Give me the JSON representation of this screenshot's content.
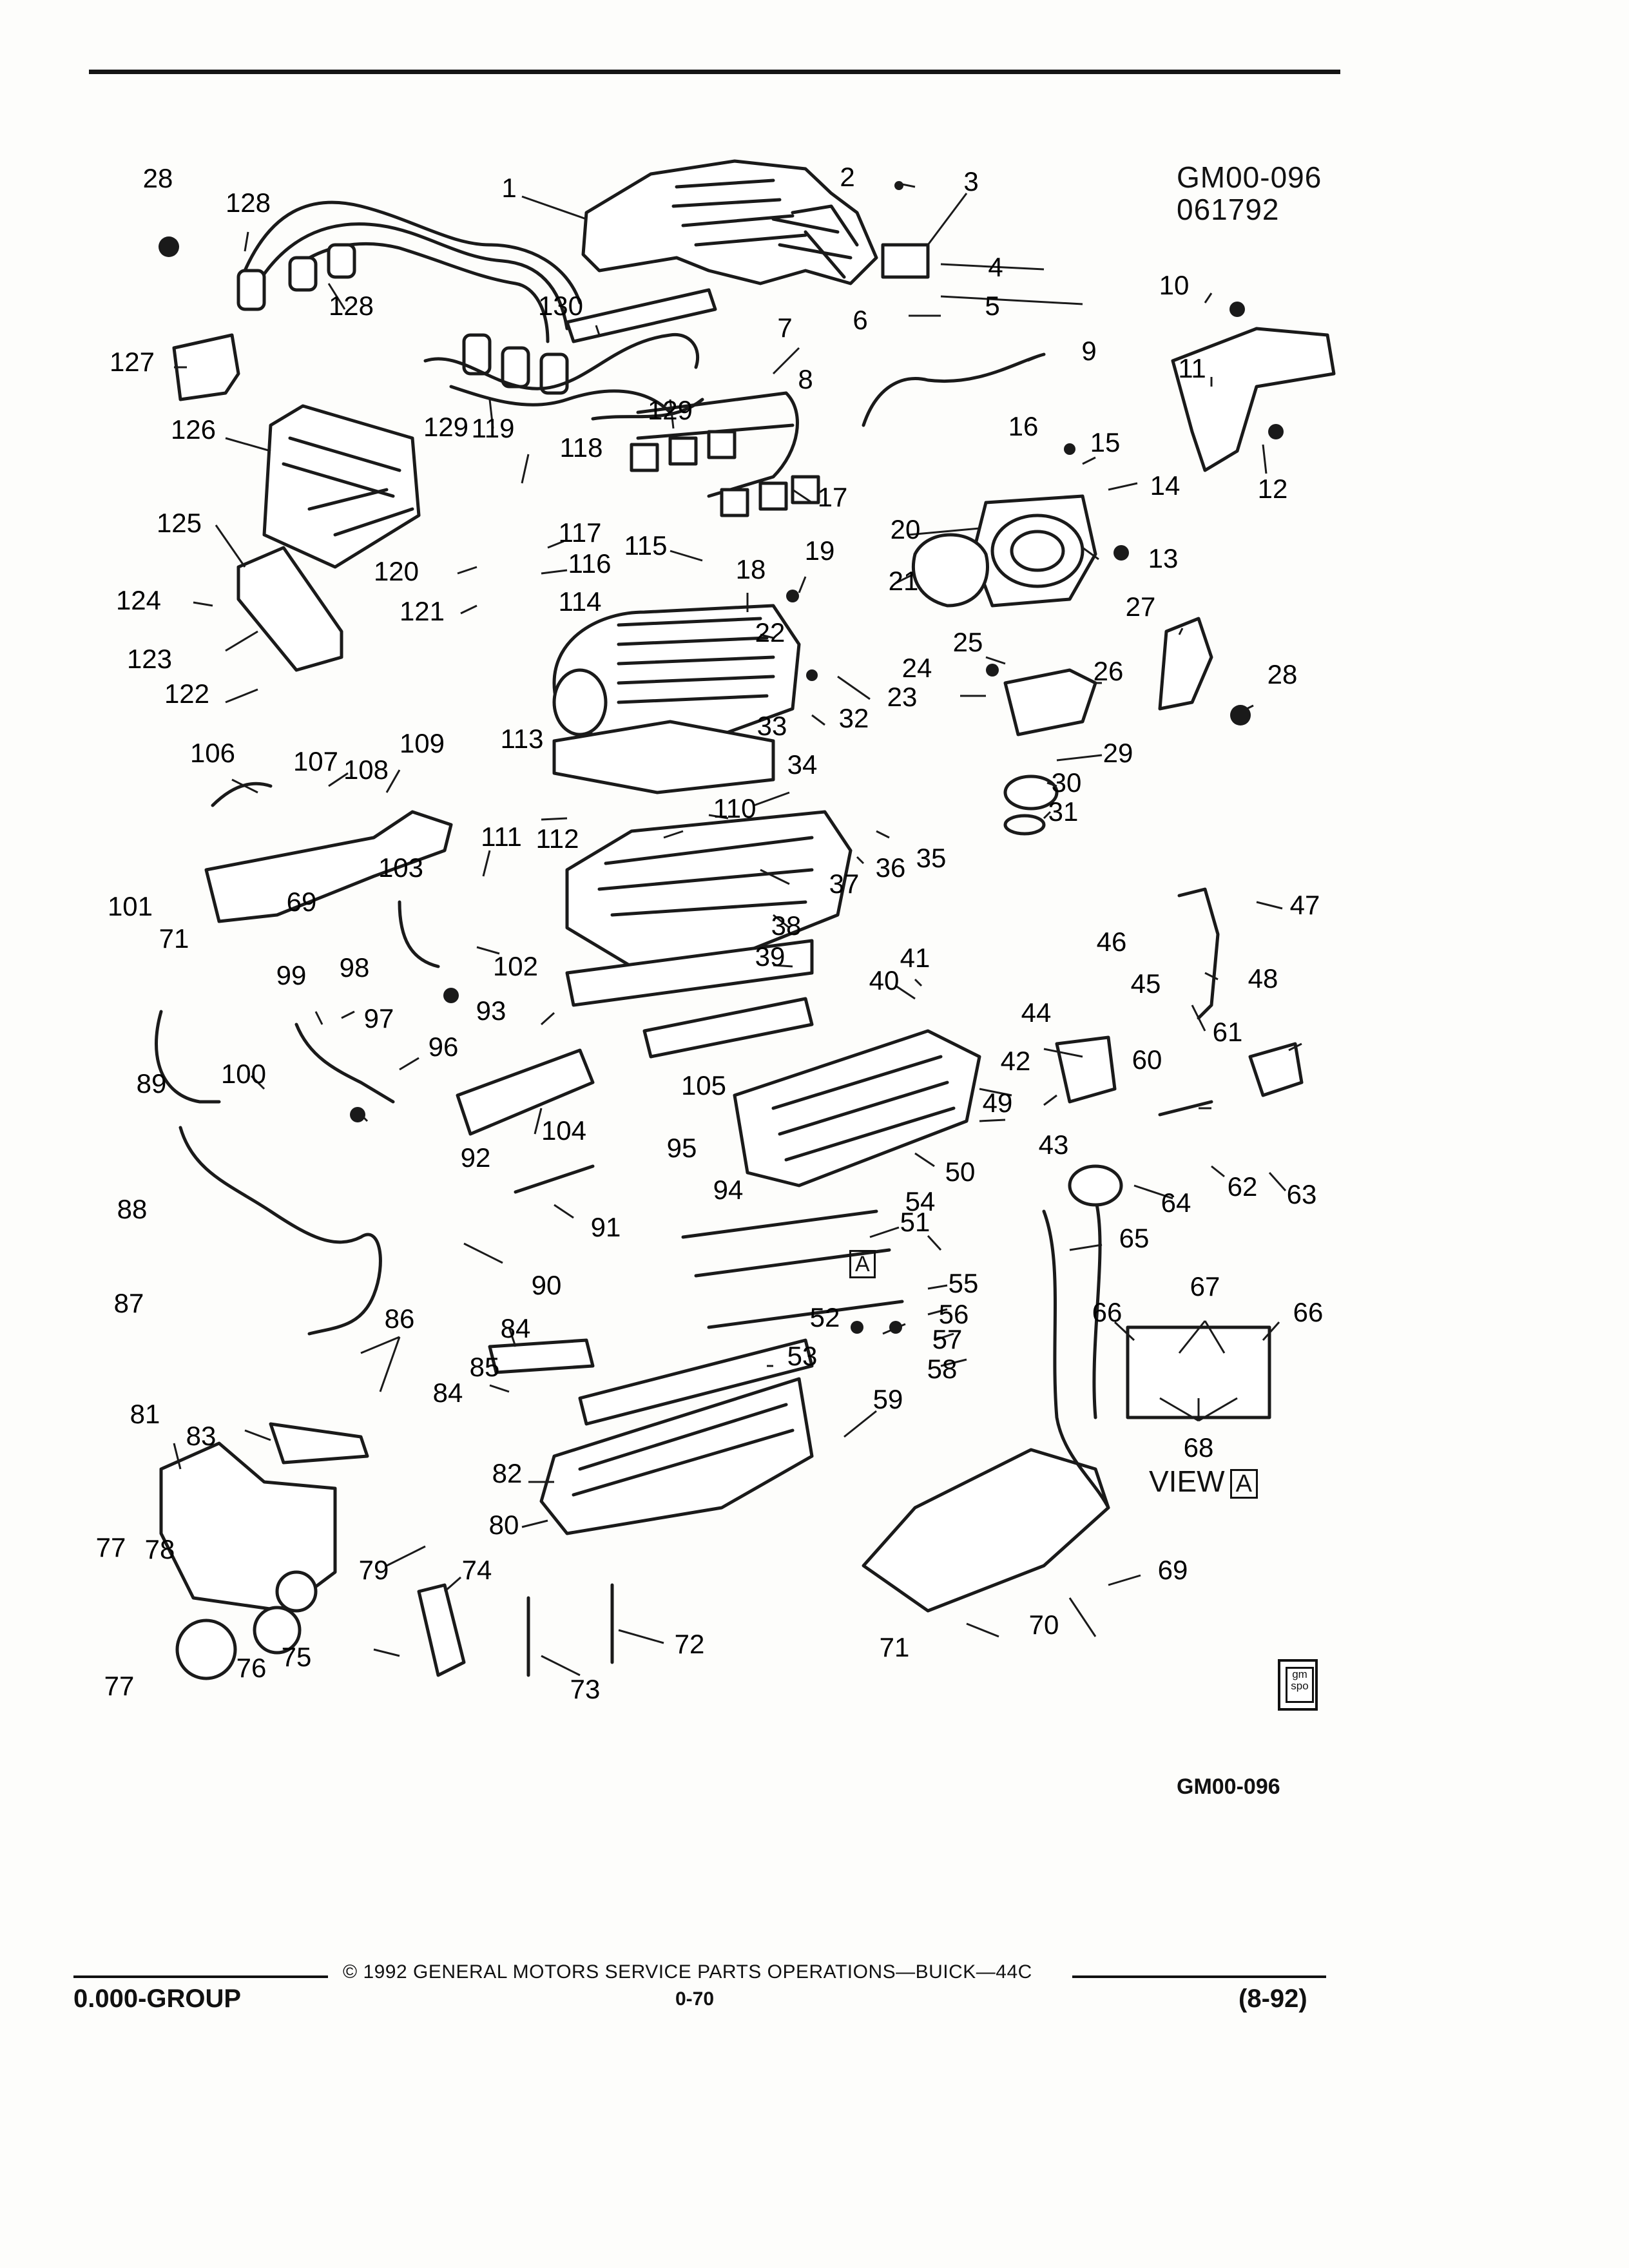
{
  "header": {
    "code_line1": "GM00-096",
    "code_line2": "061792"
  },
  "diagram": {
    "view_label": "VIEW",
    "view_letter": "A",
    "view_ref_letter": "A",
    "caption_code": "GM00-096",
    "callouts": [
      "28",
      "128",
      "1",
      "2",
      "3",
      "GM00-096",
      "4",
      "5",
      "6",
      "7",
      "8",
      "9",
      "10",
      "11",
      "12",
      "13",
      "14",
      "15",
      "16",
      "17",
      "18",
      "19",
      "20",
      "21",
      "22",
      "23",
      "24",
      "25",
      "26",
      "27",
      "28",
      "29",
      "30",
      "31",
      "32",
      "33",
      "34",
      "35",
      "36",
      "37",
      "38",
      "39",
      "40",
      "41",
      "42",
      "43",
      "44",
      "45",
      "46",
      "47",
      "48",
      "49",
      "50",
      "51",
      "52",
      "53",
      "54",
      "55",
      "56",
      "57",
      "58",
      "59",
      "60",
      "61",
      "62",
      "63",
      "64",
      "65",
      "66",
      "66",
      "67",
      "68",
      "69",
      "69",
      "70",
      "71",
      "71",
      "72",
      "73",
      "74",
      "75",
      "76",
      "77",
      "77",
      "78",
      "79",
      "80",
      "81",
      "82",
      "83",
      "84",
      "84",
      "85",
      "86",
      "87",
      "88",
      "89",
      "90",
      "91",
      "92",
      "93",
      "94",
      "95",
      "96",
      "97",
      "98",
      "99",
      "100",
      "101",
      "102",
      "103",
      "104",
      "105",
      "106",
      "107",
      "108",
      "109",
      "110",
      "111",
      "112",
      "113",
      "114",
      "115",
      "116",
      "117",
      "118",
      "119",
      "120",
      "121",
      "122",
      "123",
      "124",
      "125",
      "126",
      "127",
      "128",
      "129",
      "129",
      "130"
    ]
  },
  "footer": {
    "copyright": "© 1992 GENERAL MOTORS SERVICE PARTS OPERATIONS—BUICK—44C",
    "group": "0.000-GROUP",
    "page": "0-70",
    "date_code": "(8-92)"
  },
  "logo_text": "gm spo"
}
